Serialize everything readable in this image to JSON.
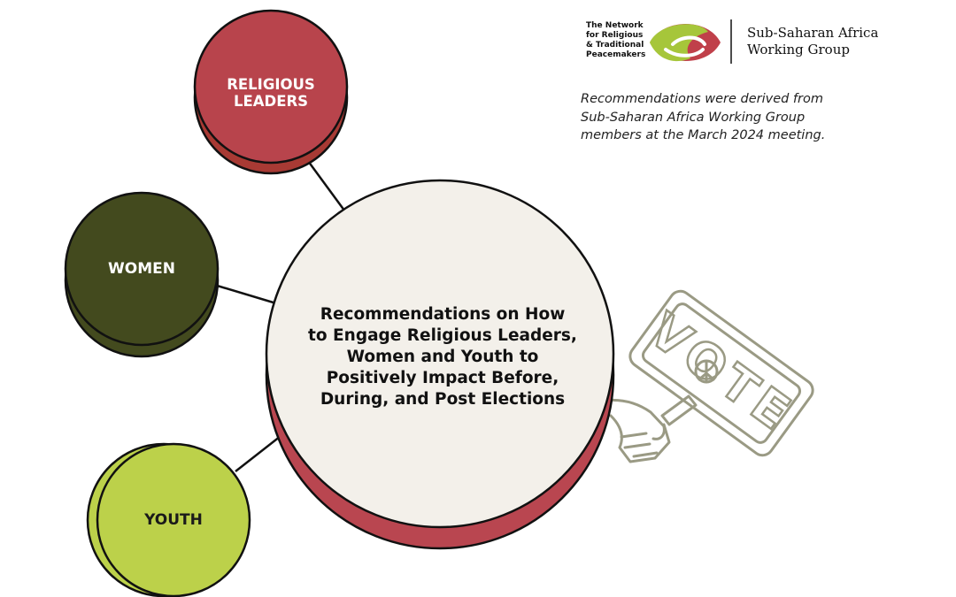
{
  "organization": {
    "name_lines": [
      "The Network",
      "for Religious",
      "& Traditional",
      "Peacemakers"
    ],
    "working_group_lines": [
      "Sub-Saharan Africa",
      "Working Group"
    ]
  },
  "note_lines": [
    "Recommendations were derived from",
    "Sub-Saharan Africa Working Group",
    "members at the March 2024 meeting."
  ],
  "center": {
    "lines": [
      "Recommendations on How",
      "to Engage Religious Leaders,",
      "Women and Youth to",
      "Positively Impact Before,",
      "During, and Post Elections"
    ]
  },
  "nodes": {
    "religious_leaders": {
      "lines": [
        "RELIGIOUS",
        "LEADERS"
      ]
    },
    "women": {
      "lines": [
        "WOMEN"
      ]
    },
    "youth": {
      "lines": [
        "YOUTH"
      ]
    }
  },
  "sign": {
    "text": "VOTE",
    "icon": "peace-symbol-icon"
  },
  "colors": {
    "religious": "#b8444c",
    "religious_shadow": "#a83a34",
    "women": "#434a1e",
    "youth": "#bcd14a",
    "center_fill": "#f3f0ea",
    "center_shadow": "#b94650",
    "logo_green": "#a6c63a",
    "logo_red": "#c0404a",
    "sign_stroke": "#9a9a84"
  }
}
